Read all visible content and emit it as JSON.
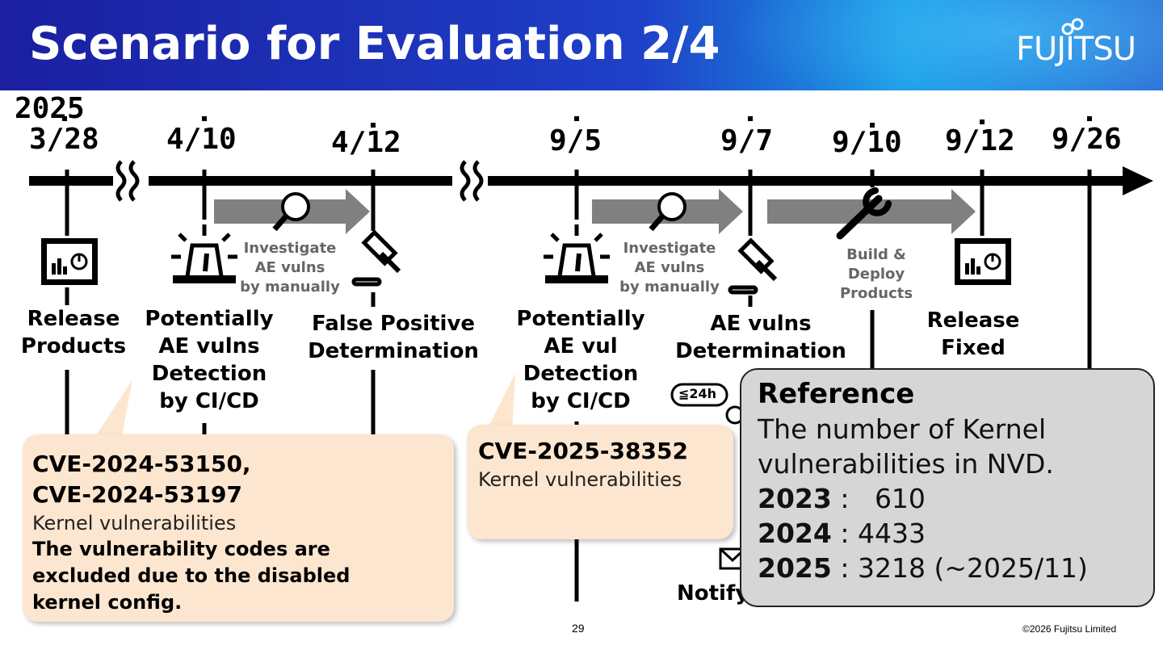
{
  "header": {
    "title": "Scenario for Evaluation 2/4",
    "logo_text": "FUJITSU"
  },
  "timeline": {
    "year": "2025",
    "dates": [
      "3/28",
      "4/10",
      "4/12",
      "9/5",
      "9/7",
      "9/10",
      "9/12",
      "9/26"
    ]
  },
  "events": {
    "release": [
      "Release",
      "Products"
    ],
    "detect1": [
      "Potentially",
      "AE vulns",
      "Detection",
      "by CI/CD"
    ],
    "false_pos": [
      "False Positive",
      "Determination"
    ],
    "detect2": [
      "Potentially",
      "AE vul",
      "Detection",
      "by CI/CD"
    ],
    "ae_det": [
      "AE vulns",
      "Determination"
    ],
    "release_fixed": [
      "Release",
      "Fixed"
    ],
    "notify": "Notify"
  },
  "arrows": {
    "investigate1": [
      "Investigate",
      "AE vulns",
      "by manually"
    ],
    "investigate2": [
      "Investigate",
      "AE vulns",
      "by manually"
    ],
    "build": [
      "Build &",
      "Deploy",
      "Products"
    ]
  },
  "badge": "≦24h",
  "callout1": {
    "cve1": "CVE-2024-53150,",
    "cve2": "CVE-2024-53197",
    "kind": "Kernel vulnerabilities",
    "note1": "The vulnerability codes are",
    "note2": "excluded due to the disabled",
    "note3": "kernel config."
  },
  "callout2": {
    "cve": "CVE-2025-38352",
    "kind": "Kernel vulnerabilities"
  },
  "reference": {
    "title": "Reference",
    "line1": "The number of Kernel",
    "line2": "vulnerabilities in NVD.",
    "rows": [
      {
        "year": "2023",
        "sep": " :   ",
        "value": "610"
      },
      {
        "year": "2024",
        "sep": " : ",
        "value": "4433"
      },
      {
        "year": "2025",
        "sep": " : ",
        "value": "3218 (~2025/11)"
      }
    ]
  },
  "footer": {
    "page": "29",
    "copyright": "©2026 Fujitsu Limited"
  },
  "colors": {
    "header_dark": "#1b1fa0",
    "header_light": "#1a9ee6",
    "callout_bg": "#fde6cf",
    "reference_bg": "#d6d6d6",
    "arrow_gray": "#808080"
  }
}
